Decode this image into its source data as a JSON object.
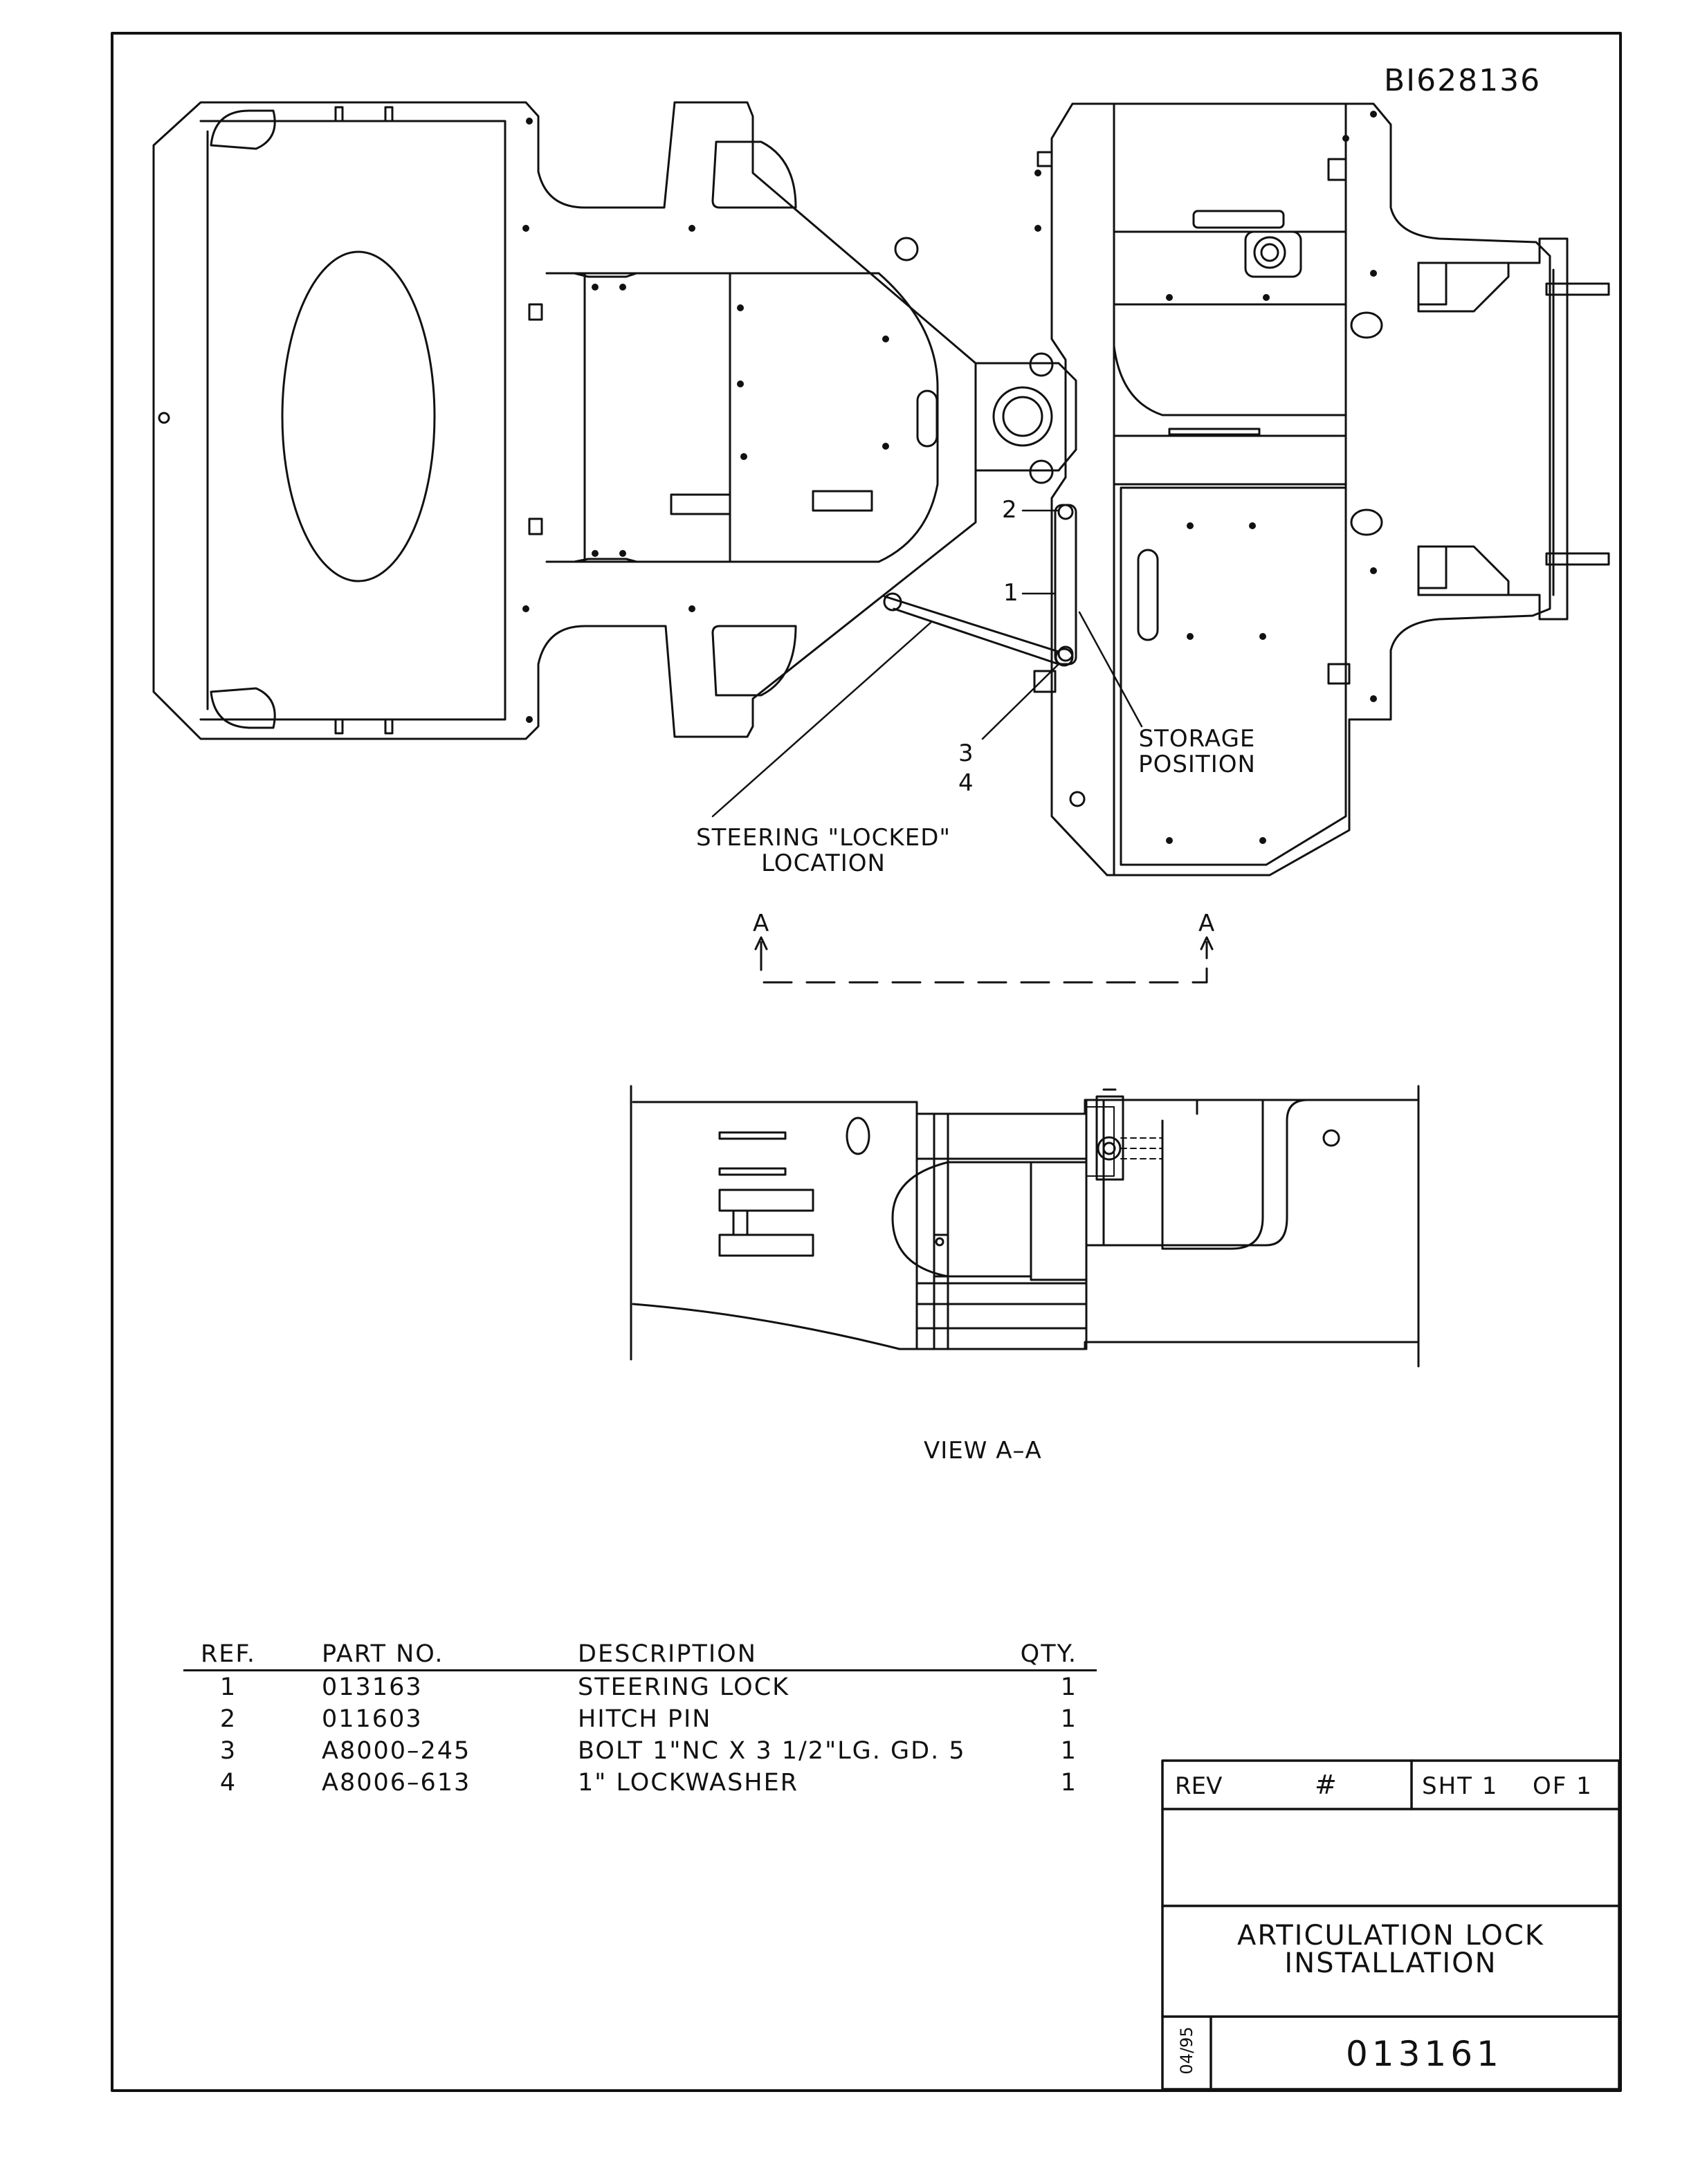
{
  "drawing": {
    "doc_id": "BI628136",
    "callouts": {
      "item_1": "1",
      "item_2": "2",
      "item_3": "3",
      "item_4": "4",
      "section_left": "A",
      "section_right": "A"
    },
    "notes": {
      "storage_line1": "STORAGE",
      "storage_line2": "POSITION",
      "locked_line1": "STEERING \"LOCKED\"",
      "locked_line2": "LOCATION"
    },
    "view_label": "VIEW A–A"
  },
  "parts_list": {
    "headers": [
      "REF.",
      "PART NO.",
      "DESCRIPTION",
      "QTY."
    ],
    "rows": [
      {
        "ref": "1",
        "part": "013163",
        "desc": "STEERING LOCK",
        "qty": "1"
      },
      {
        "ref": "2",
        "part": "011603",
        "desc": "HITCH PIN",
        "qty": "1"
      },
      {
        "ref": "3",
        "part": "A8000–245",
        "desc": "BOLT 1\"NC X 3 1/2\"LG. GD. 5",
        "qty": "1"
      },
      {
        "ref": "4",
        "part": "A8006–613",
        "desc": "1\" LOCKWASHER",
        "qty": "1"
      }
    ]
  },
  "title_block": {
    "rev_label": "REV",
    "rev_value": "#",
    "sheet_label": "SHT 1",
    "of_label": "OF 1",
    "title_line1": "ARTICULATION LOCK",
    "title_line2": "INSTALLATION",
    "date": "04/95",
    "drawing_number": "013161"
  }
}
